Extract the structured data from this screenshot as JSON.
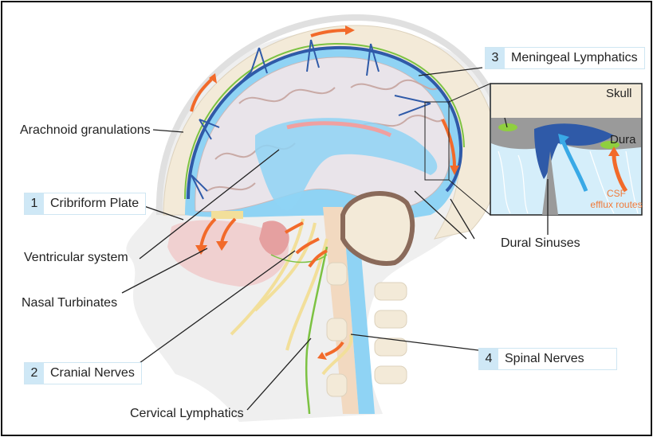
{
  "figure": {
    "type": "anatomical diagram",
    "subject": "CSF efflux routes in the human head (sagittal section)"
  },
  "labels": {
    "arachnoid_granulations": "Arachnoid granulations",
    "ventricular_system": "Ventricular system",
    "nasal_turbinates": "Nasal Turbinates",
    "cervical_lymphatics": "Cervical Lymphatics",
    "dural_sinuses": "Dural Sinuses"
  },
  "numbered_routes": [
    {
      "number": "1",
      "label": "Cribriform Plate"
    },
    {
      "number": "2",
      "label": "Cranial Nerves"
    },
    {
      "number": "3",
      "label": "Meningeal Lymphatics"
    },
    {
      "number": "4",
      "label": "Spinal Nerves"
    }
  ],
  "inset": {
    "skull": "Skull",
    "dura": "Dura",
    "csf_line1": "CSF",
    "csf_line2": "efflux routes"
  },
  "colors": {
    "csf_blue": "#8fd3f4",
    "sinus_blue": "#2f5aa8",
    "efflux_orange": "#f26a2a",
    "lymphatic_green": "#7cc242",
    "nerve_yellow": "#f2df9a",
    "brain_gray": "#e9e4ea",
    "skull_beige": "#f3ead8",
    "label_box_blue": "#cfe8f6"
  }
}
